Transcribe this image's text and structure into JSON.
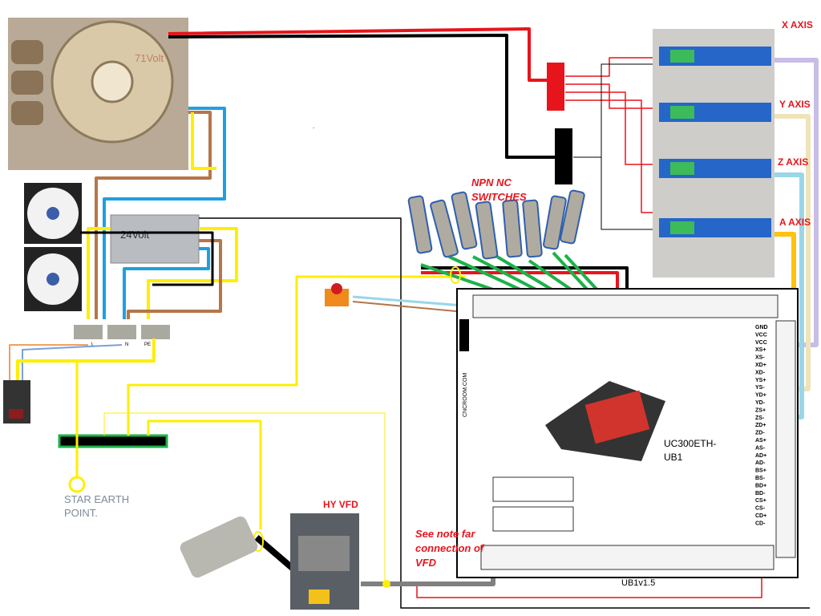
{
  "transformer": {
    "label": "71Volt"
  },
  "psu": {
    "label": "24Volt"
  },
  "terminals": {
    "l": "L",
    "n": "N",
    "pe": "PE"
  },
  "axes": {
    "x": "X AXIS",
    "y": "Y AXIS",
    "z": "Z AXIS",
    "a": "A AXIS"
  },
  "switches": {
    "label_line1": "NPN NC",
    "label_line2": "SWITCHES"
  },
  "board": {
    "name_line1": "UC300ETH-",
    "name_line2": "UB1",
    "version": "UB1v1.5",
    "site": "CNCROOM.COM",
    "right_pins": [
      "GND",
      "VCC",
      "VCC",
      "XS+",
      "XS-",
      "XD+",
      "XD-",
      "YS+",
      "YS-",
      "YD+",
      "YD-",
      "ZS+",
      "ZS-",
      "ZD+",
      "ZD-",
      "AS+",
      "AS-",
      "AD+",
      "AD-",
      "BS+",
      "BS-",
      "BD+",
      "BD-",
      "CS+",
      "CS-",
      "CD+",
      "CD-"
    ]
  },
  "vfd": {
    "label": "HY VFD",
    "note_line1": "See note far",
    "note_line2": "connection of",
    "note_line3": "VFD"
  },
  "earth": {
    "line1": "STAR EARTH",
    "line2": "POINT."
  },
  "colors": {
    "red": "#e8141c",
    "black": "#000000",
    "yellow": "#ffee00",
    "blue": "#1ea0e0",
    "brown": "#b5764a",
    "green": "#1db24a",
    "lavender": "#c8bde6",
    "cream": "#efe3b8",
    "lightblue": "#9ad6e8",
    "orange": "#ffc20e"
  }
}
